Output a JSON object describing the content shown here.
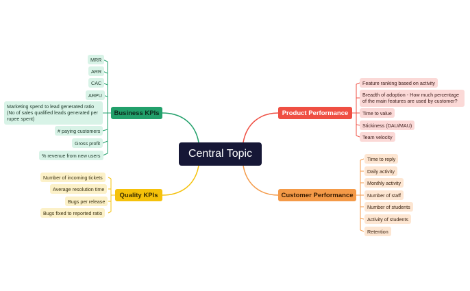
{
  "central": {
    "label": "Central Topic"
  },
  "branches": {
    "business": {
      "label": "Business KPIs",
      "items": [
        "MRR",
        "ARR",
        "CAC",
        "ARPU",
        "Marketing spend to lead generated ratio (No of sales qualified leads generated per rupee spent)",
        "# paying customers",
        "Gross profit",
        "% revenue from new users"
      ]
    },
    "product": {
      "label": "Product Performance",
      "items": [
        "Feature ranking based on activity",
        "Breadth of adoption - How much percentage of the main features are used by customer?",
        "Time to value",
        "Stickiness (DAU/MAU)",
        "Team velocity"
      ]
    },
    "quality": {
      "label": "Quality KPIs",
      "items": [
        "Number of incoming tickets",
        "Average resolution time",
        "Bugs per release",
        "Bugs fixed to reported ratio"
      ]
    },
    "customer": {
      "label": "Customer Performance",
      "items": [
        "Time to reply",
        "Daily activity",
        "Monthly activity",
        "Number of staff",
        "Number of students",
        "Activity of students",
        "Retention"
      ]
    }
  },
  "colors": {
    "business": "#22a06b",
    "product": "#ef4f43",
    "quality": "#f5c10a",
    "customer": "#f49a48",
    "central": "#161736"
  }
}
